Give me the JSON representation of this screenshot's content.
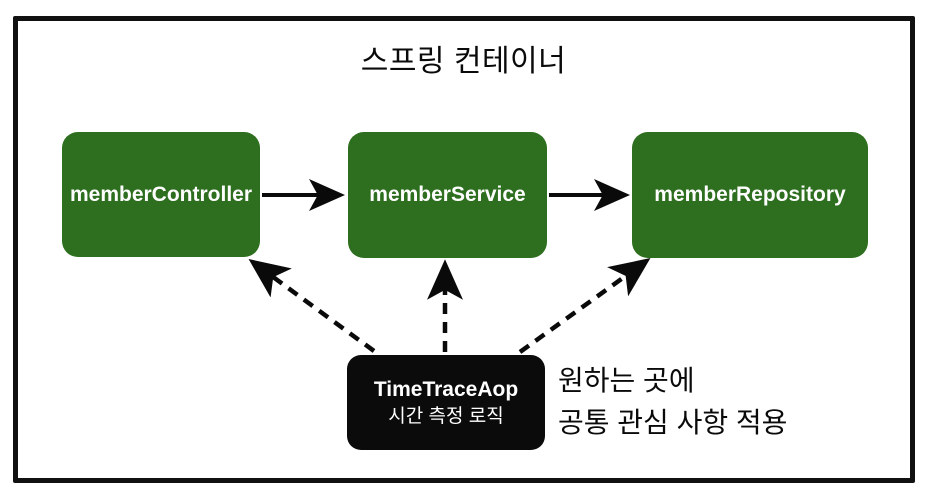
{
  "title": "스프링 컨테이너",
  "colors": {
    "bean_green": "#2d6e1f",
    "aop_black": "#0b0b0b",
    "frame_black": "#111111",
    "text_white": "#ffffff"
  },
  "beans": [
    {
      "label": "memberController"
    },
    {
      "label": "memberService"
    },
    {
      "label": "memberRepository"
    }
  ],
  "aop_box": {
    "name": "TimeTraceAop",
    "description": "시간 측정 로직"
  },
  "annotation": {
    "line1": "원하는 곳에",
    "line2": "공통 관심 사항 적용"
  }
}
